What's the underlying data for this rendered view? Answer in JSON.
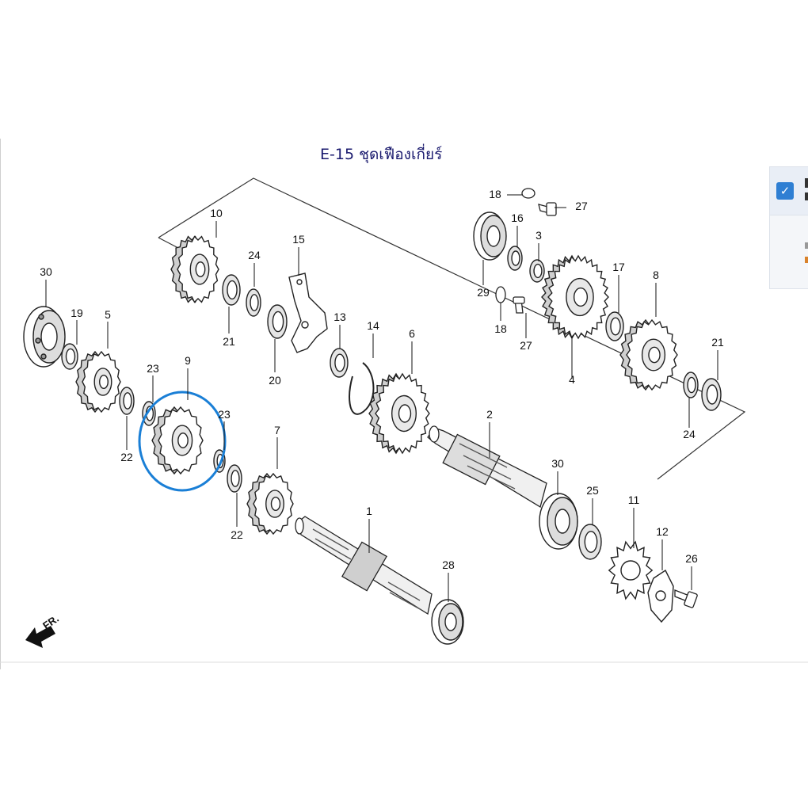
{
  "diagram": {
    "title": "E-15 ชุดเฟืองเกี่ยร์",
    "direction_label": "FR.",
    "callouts": [
      "1",
      "2",
      "3",
      "4",
      "5",
      "6",
      "7",
      "8",
      "9",
      "10",
      "11",
      "12",
      "13",
      "14",
      "15",
      "16",
      "17",
      "18",
      "18",
      "19",
      "20",
      "21",
      "21",
      "22",
      "22",
      "23",
      "23",
      "24",
      "24",
      "25",
      "26",
      "27",
      "27",
      "28",
      "29",
      "30",
      "30"
    ],
    "highlight_color": "#1a7fd6",
    "title_color": "#1a1a6e"
  },
  "side_panel": {
    "checkbox_checked": true
  }
}
